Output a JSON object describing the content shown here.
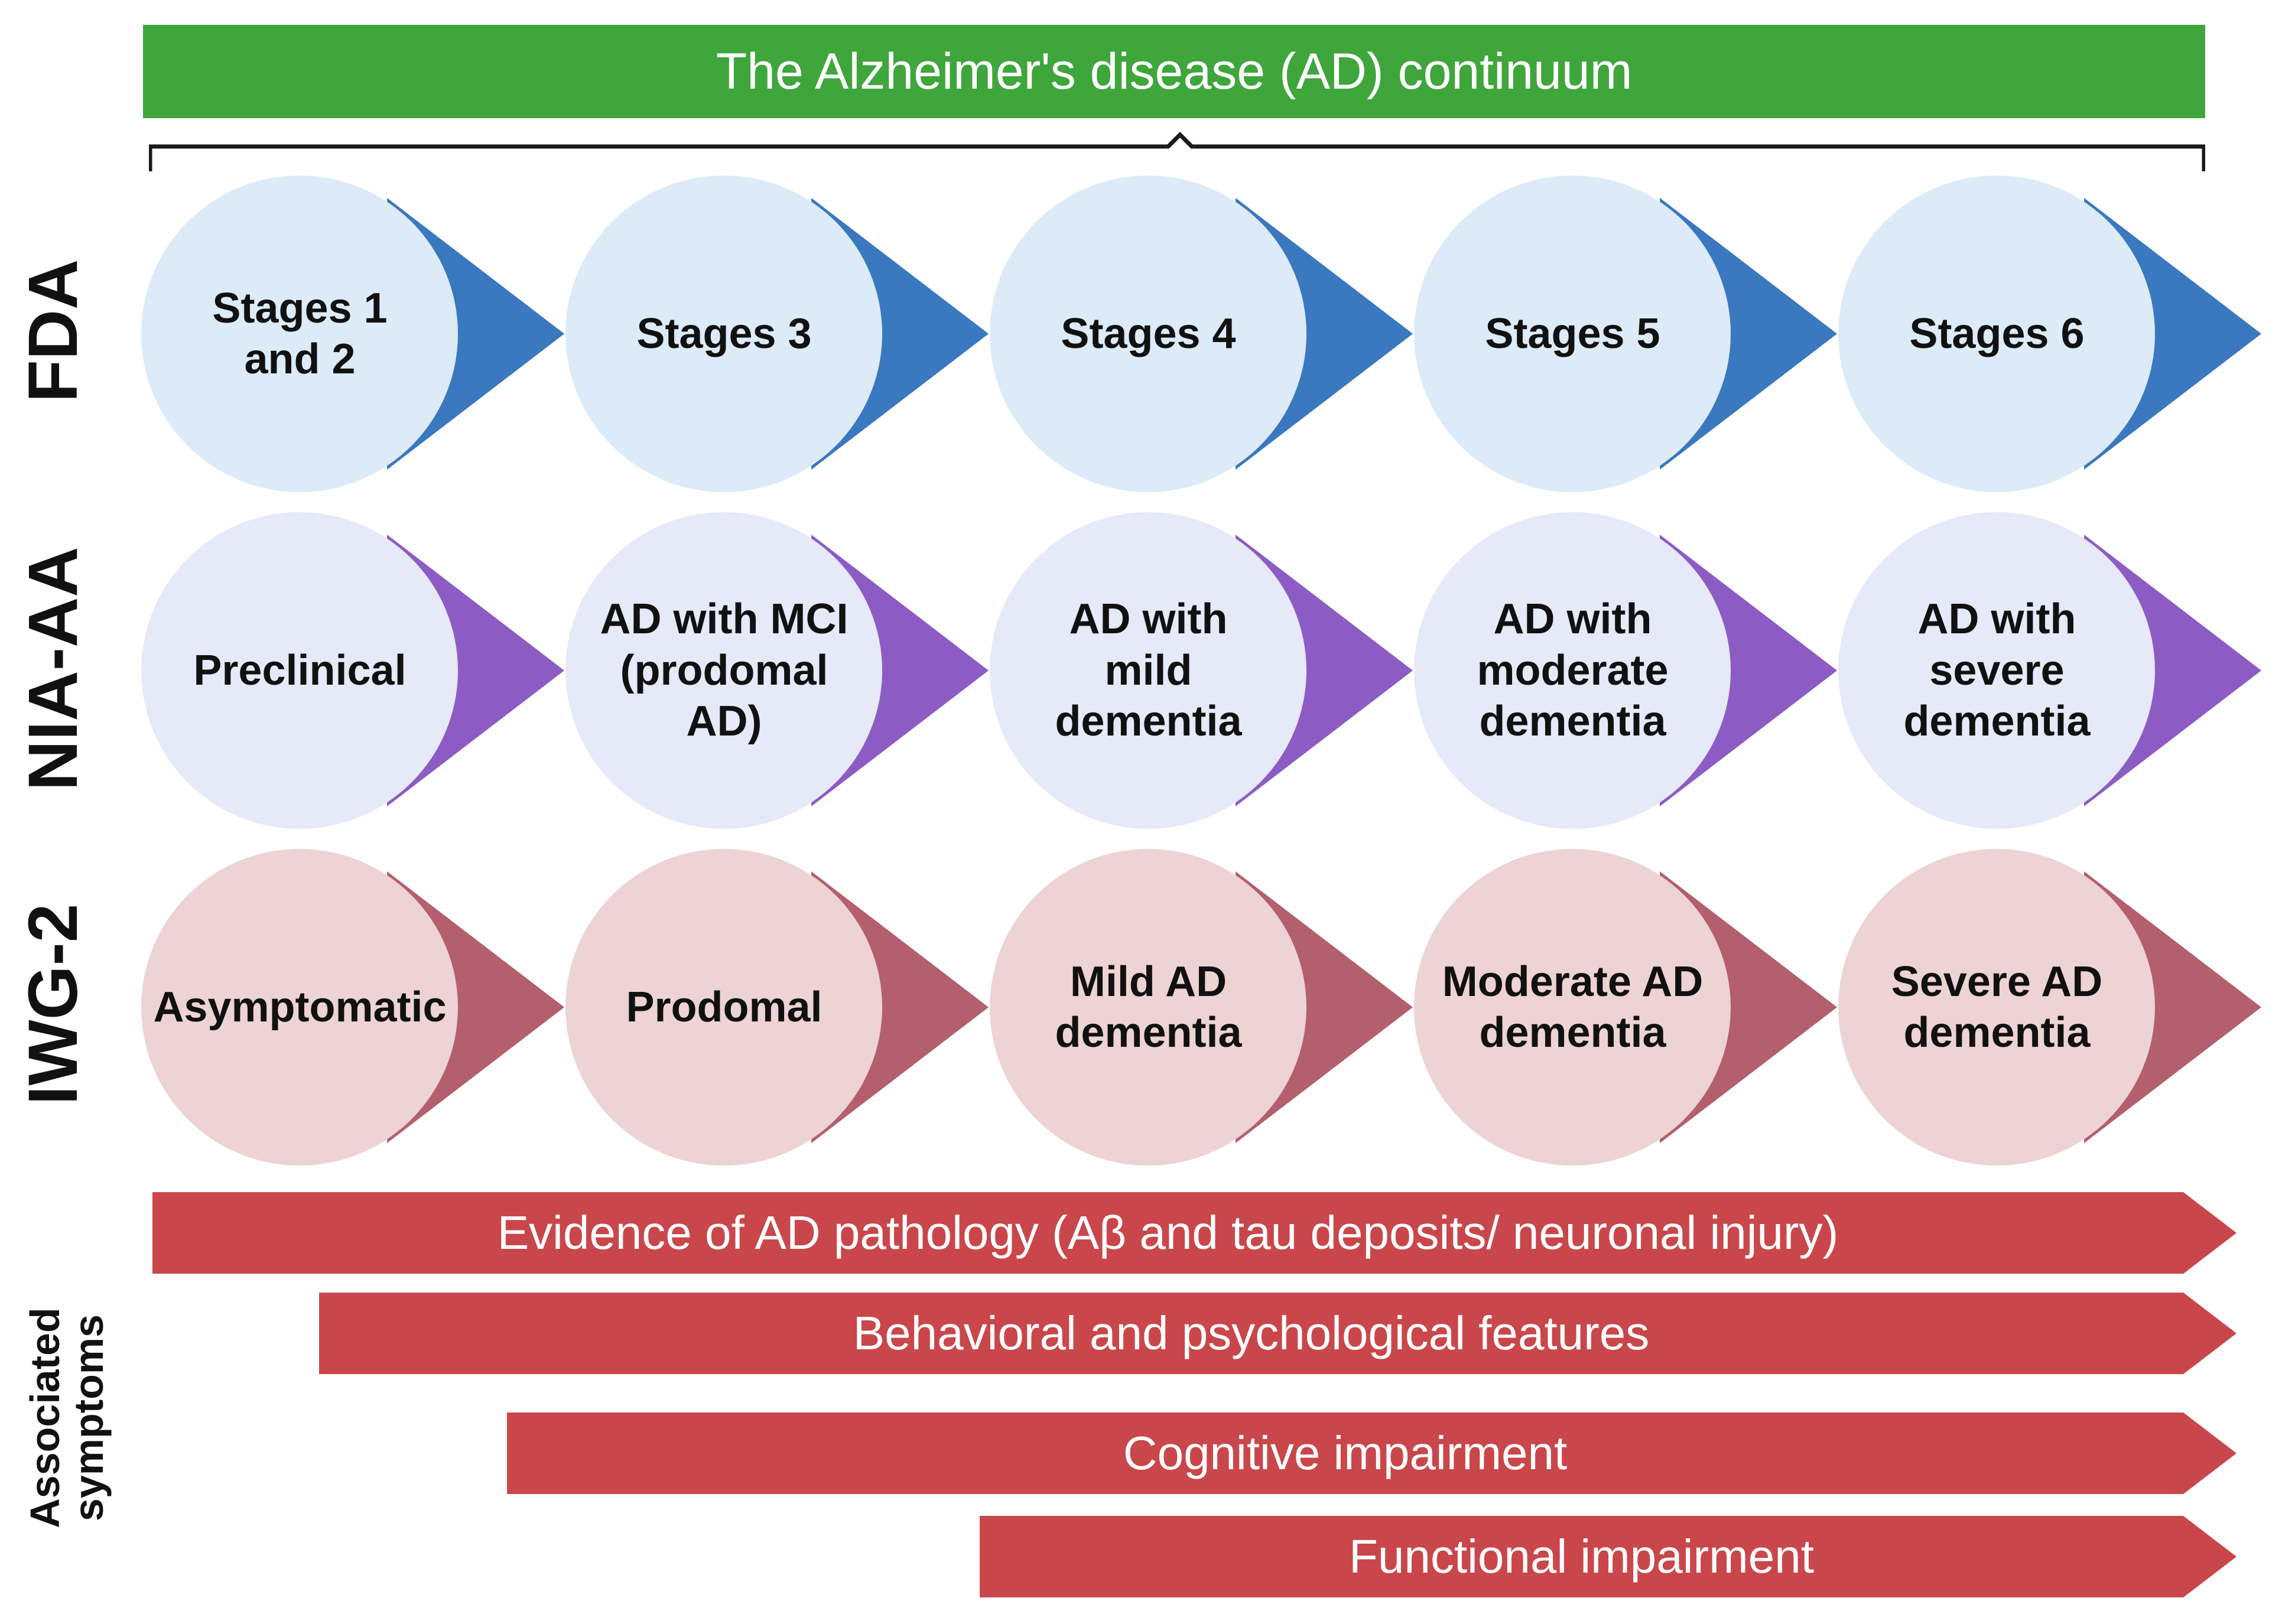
{
  "title": "The Alzheimer's disease (AD) continuum",
  "colors": {
    "banner": "#3fa63c",
    "fda_circle": "#dcebf7",
    "fda_arrow": "#3a78c0",
    "nia_circle": "#e6e9f8",
    "nia_arrow": "#8c5cc4",
    "iwg_circle": "#edd3d3",
    "iwg_arrow": "#b35f6e",
    "symptom_bar": "#c9474b"
  },
  "rows": [
    {
      "label": "FDA",
      "stages": [
        "Stages 1\nand 2",
        "Stages 3",
        "Stages 4",
        "Stages 5",
        "Stages 6"
      ]
    },
    {
      "label": "NIA-AA",
      "stages": [
        "Preclinical",
        "AD with MCI\n(prodomal\nAD)",
        "AD with\nmild\ndementia",
        "AD with\nmoderate\ndementia",
        "AD with\nsevere\ndementia"
      ]
    },
    {
      "label": "IWG-2",
      "stages": [
        "Asymptomatic",
        "Prodomal",
        "Mild AD\ndementia",
        "Moderate AD\ndementia",
        "Severe AD\ndementia"
      ]
    }
  ],
  "symptoms": {
    "label": "Associated\nsymptoms",
    "items": [
      "Evidence of AD pathology (Aβ and tau deposits/ neuronal injury)",
      "Behavioral and psychological features",
      "Cognitive impairment",
      "Functional impairment"
    ]
  }
}
